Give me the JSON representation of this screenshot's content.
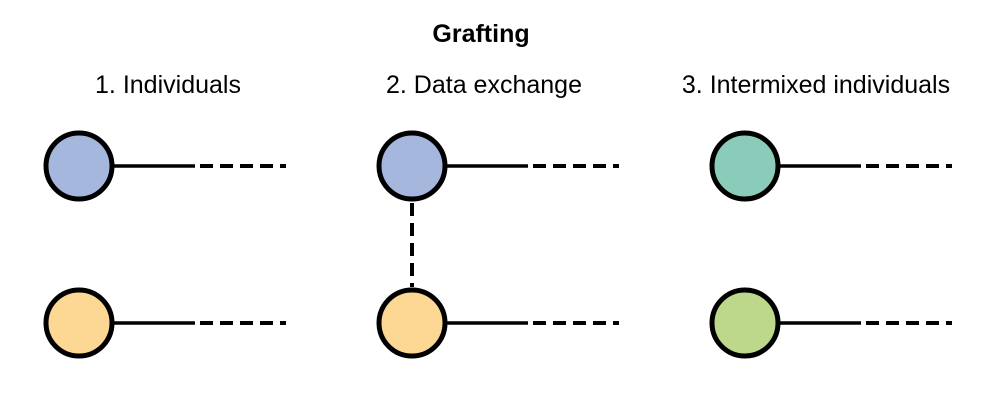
{
  "title": "Grafting",
  "colors": {
    "stroke": "#000000",
    "background": "#ffffff",
    "individual_blue": "#a6b7dd",
    "individual_orange": "#fdd794",
    "intermixed_teal": "#8acbb9",
    "intermixed_green": "#bdd88a"
  },
  "panels": [
    {
      "label": "1. Individuals",
      "circles": [
        "individual_blue",
        "individual_orange"
      ],
      "line_style": "solid then dashed",
      "connector": "none"
    },
    {
      "label": "2. Data exchange",
      "circles": [
        "individual_blue",
        "individual_orange"
      ],
      "line_style": "solid then dashed",
      "connector": "vertical-dashed"
    },
    {
      "label": "3. Intermixed individuals",
      "circles": [
        "intermixed_teal",
        "intermixed_green"
      ],
      "line_style": "solid then dashed",
      "connector": "none"
    }
  ]
}
